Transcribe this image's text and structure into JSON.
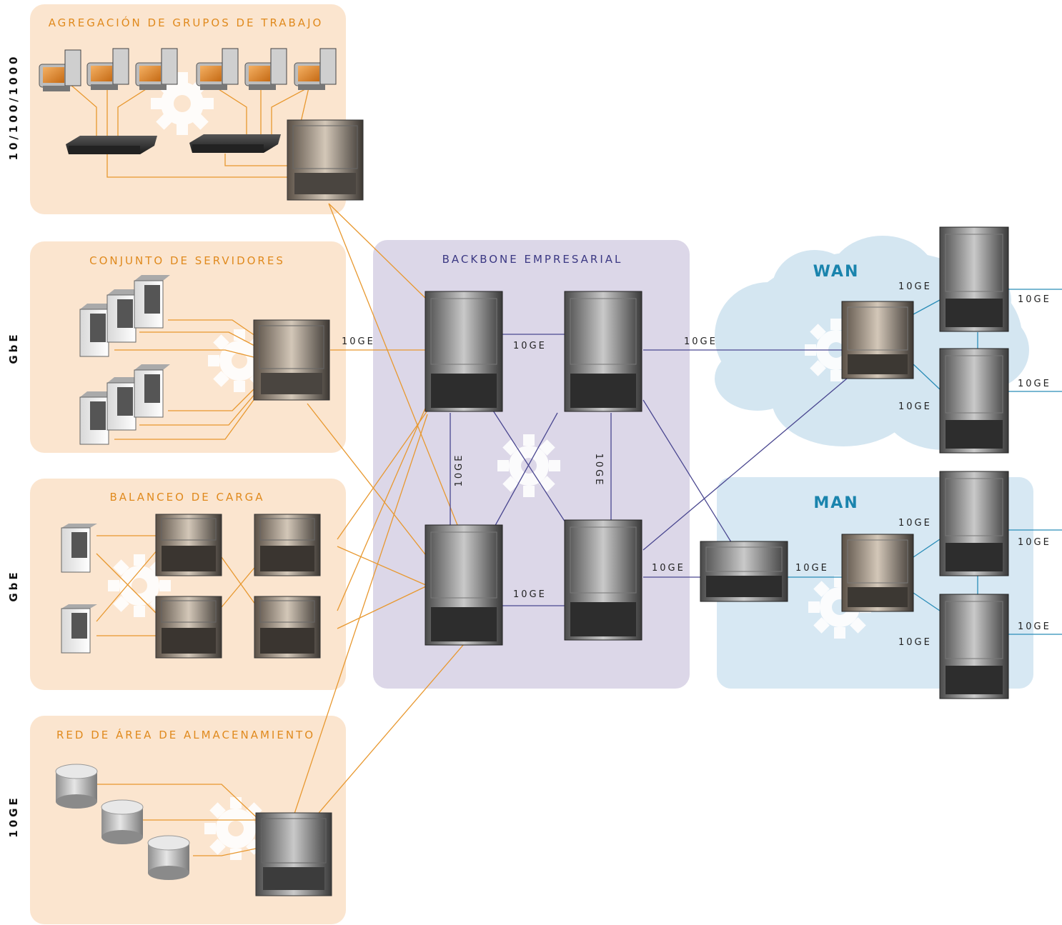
{
  "colors": {
    "panel_orange": "#fbe5cf",
    "panel_purple": "#dcd7e8",
    "panel_blue": "#d7e8f3",
    "orange_text": "#e08a1e",
    "purple_text": "#3b3883",
    "blue_text": "#1a84ad",
    "orange_line": "#e8982f",
    "purple_line": "#4a4790",
    "blue_line": "#2a8db8"
  },
  "panels": {
    "workgroup": "AGREGACIÓN DE GRUPOS DE TRABAJO",
    "servers": "CONJUNTO DE SERVIDORES",
    "loadbalance": "BALANCEO DE CARGA",
    "san": "RED DE ÁREA DE ALMACENAMIENTO",
    "backbone": "BACKBONE EMPRESARIAL",
    "wan": "WAN",
    "man": "MAN"
  },
  "side_labels": [
    "10/100/1000",
    "GbE",
    "GbE",
    "10GE"
  ],
  "link_label": "10GE"
}
